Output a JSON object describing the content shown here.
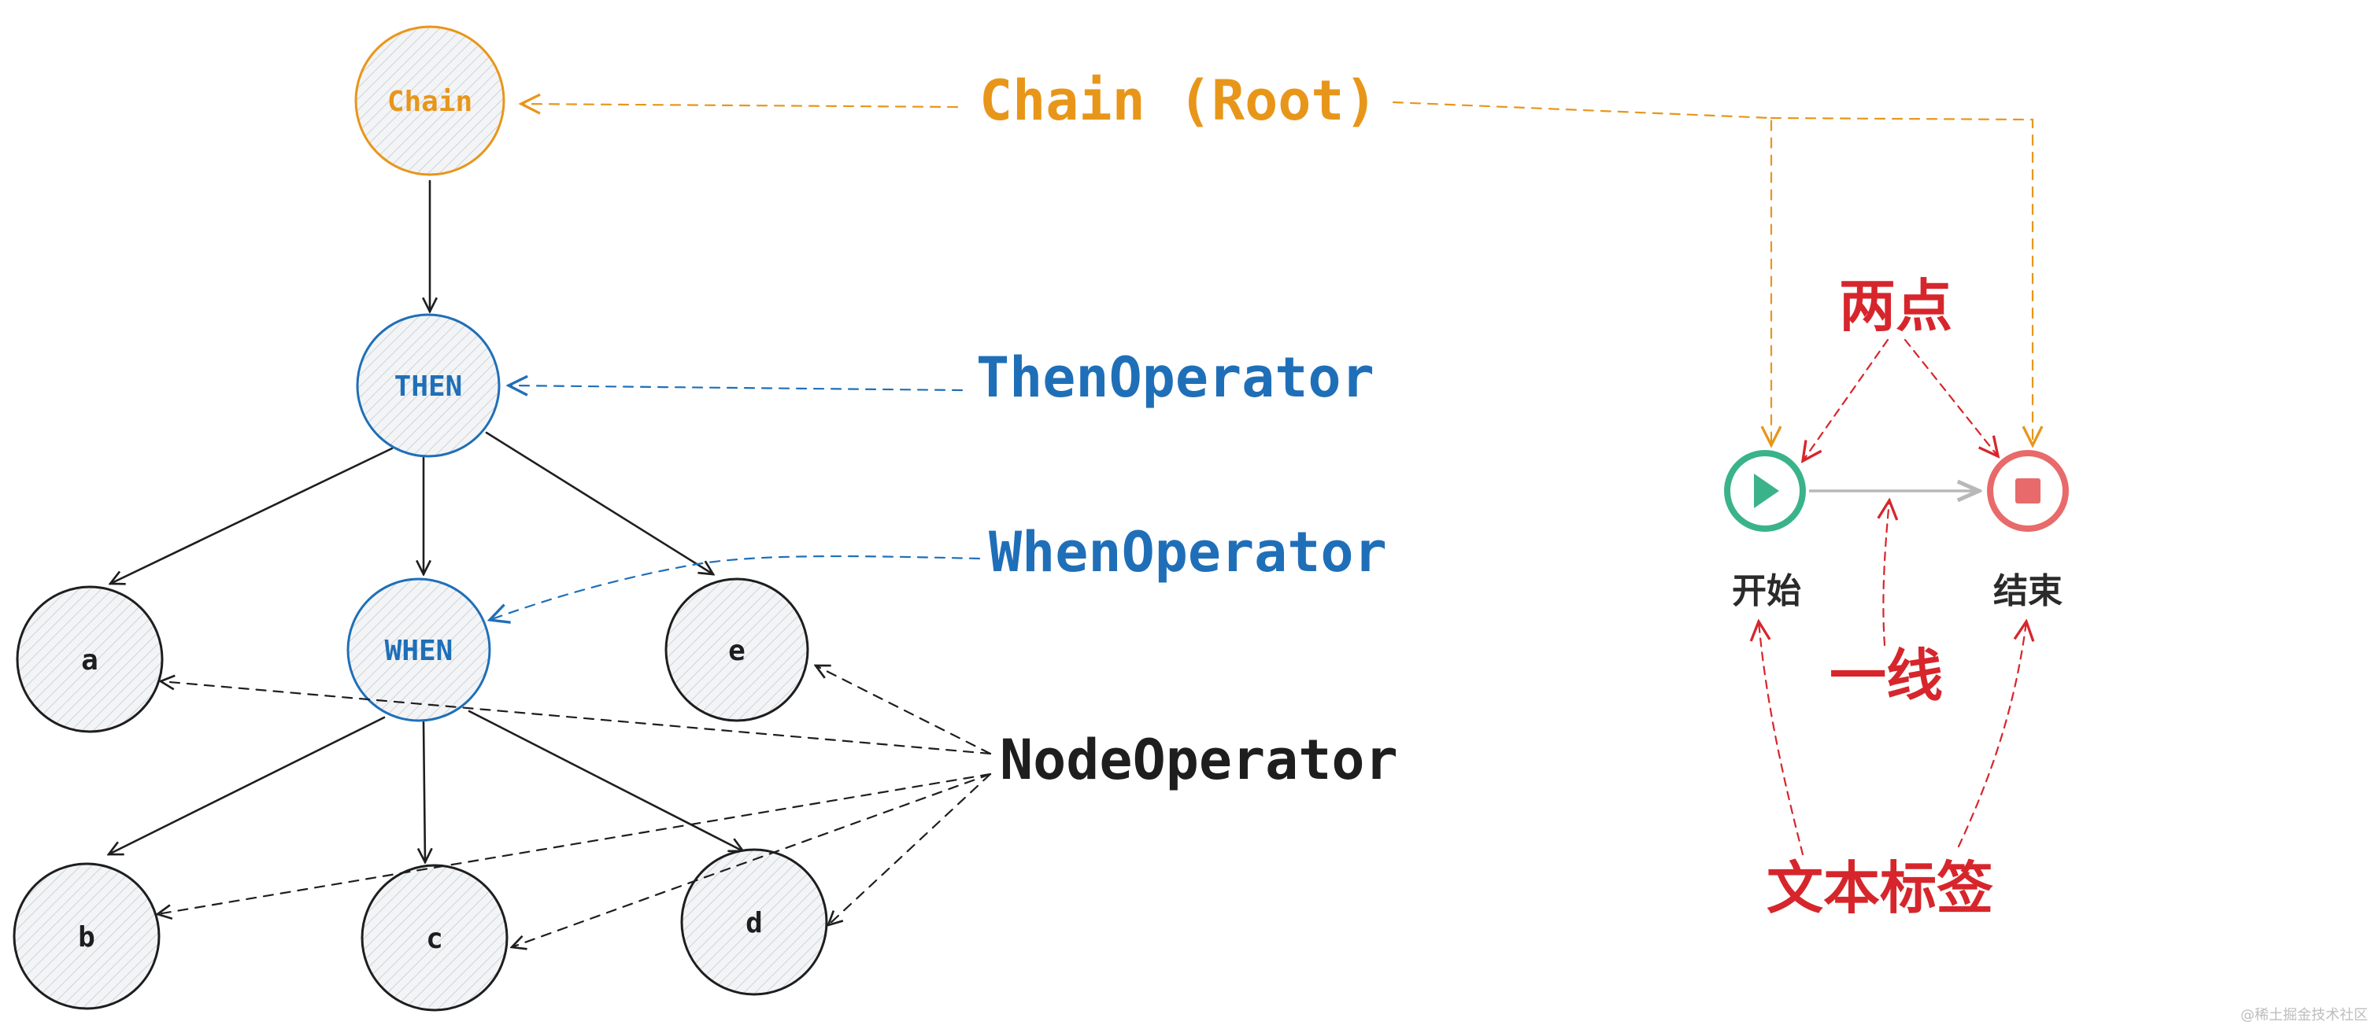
{
  "tree": {
    "root": {
      "label": "Chain"
    },
    "then": {
      "label": "THEN"
    },
    "when": {
      "label": "WHEN"
    },
    "leaves": {
      "a": "a",
      "b": "b",
      "c": "c",
      "d": "d",
      "e": "e"
    }
  },
  "callouts": {
    "chain_root": "Chain (Root)",
    "then_operator": "ThenOperator",
    "when_operator": "WhenOperator",
    "node_operator": "NodeOperator"
  },
  "flow": {
    "start_label": "开始",
    "end_label": "结束",
    "two_points": "两点",
    "one_line": "一线",
    "text_labels": "文本标签"
  },
  "watermark": "@稀土掘金技术社区",
  "colors": {
    "chain": "#e8961a",
    "operator_blue": "#1f6fb8",
    "node_black": "#1e1e1e",
    "annotation_red": "#d6262c",
    "start_green": "#3bb38a",
    "end_red": "#e86a6a",
    "connector_gray": "#b8b8b8",
    "watermark": "#bdbdbd"
  }
}
